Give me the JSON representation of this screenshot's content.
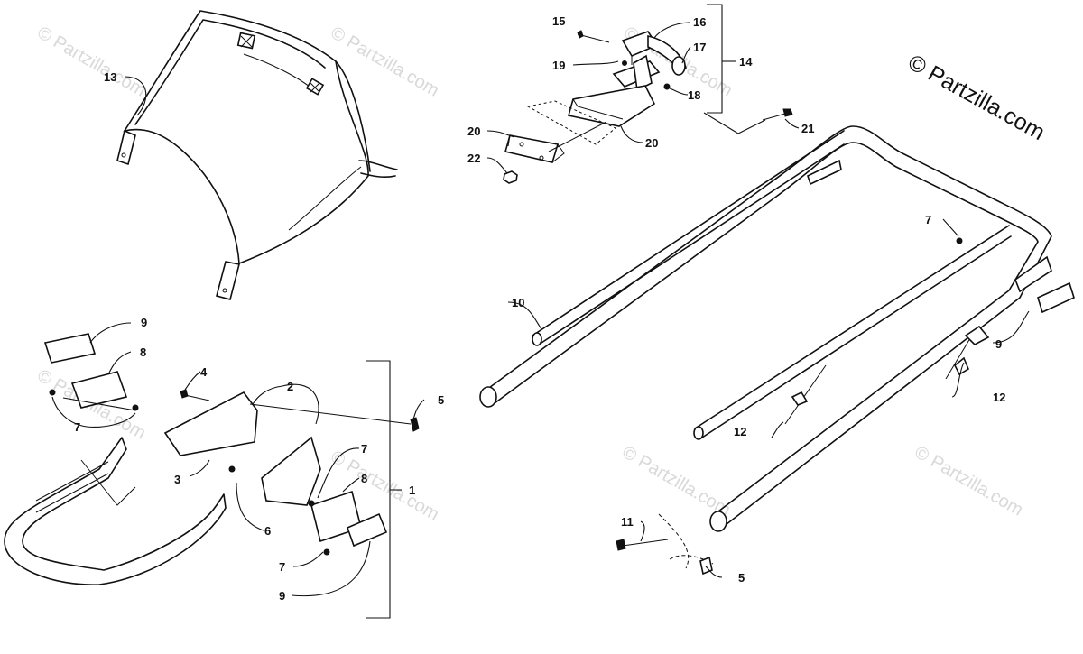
{
  "brand": {
    "text": "© Partzilla.com"
  },
  "watermark": {
    "text": "© Partzilla.com"
  },
  "callouts": [
    "1",
    "2",
    "3",
    "4",
    "5",
    "5",
    "6",
    "7",
    "7",
    "7",
    "7",
    "8",
    "8",
    "9",
    "9",
    "9",
    "10",
    "11",
    "12",
    "12",
    "13",
    "14",
    "15",
    "16",
    "17",
    "18",
    "19",
    "20",
    "20",
    "21",
    "22"
  ]
}
